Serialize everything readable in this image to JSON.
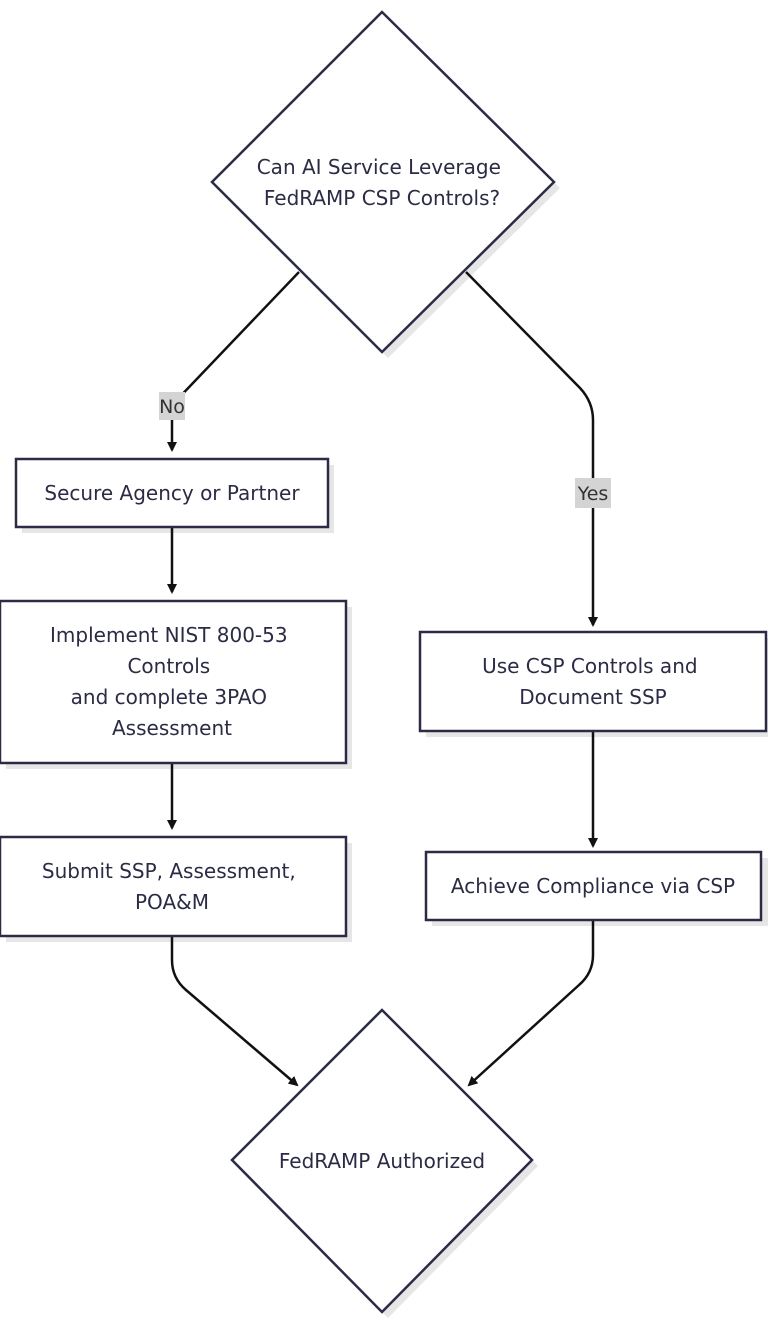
{
  "nodes": {
    "decision": {
      "lines": [
        "Can AI Service Leverage",
        "FedRAMP CSP Controls?"
      ]
    },
    "secure_agency": {
      "lines": [
        "Secure Agency or Partner"
      ]
    },
    "implement_nist": {
      "lines": [
        "Implement NIST 800-53",
        "Controls",
        "and complete 3PAO",
        "Assessment"
      ]
    },
    "submit_ssp": {
      "lines": [
        "Submit SSP, Assessment,",
        "POA&M"
      ]
    },
    "use_csp": {
      "lines": [
        "Use CSP Controls and",
        "Document SSP"
      ]
    },
    "achieve_compliance": {
      "lines": [
        "Achieve Compliance via CSP"
      ]
    },
    "authorized": {
      "lines": [
        "FedRAMP Authorized"
      ]
    }
  },
  "edge_labels": {
    "no": "No",
    "yes": "Yes"
  },
  "colors": {
    "node_stroke": "#2b2b45",
    "edge_stroke": "#111111",
    "label_background": "#d4d4d4",
    "shadow": "#e6e6e6"
  }
}
